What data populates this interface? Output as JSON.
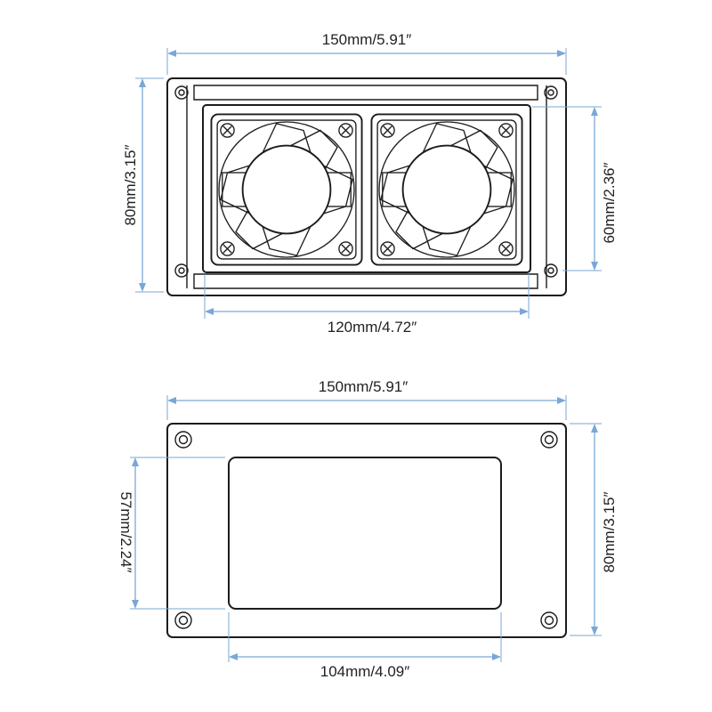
{
  "top_view": {
    "width_label": "150mm/5.91″",
    "height_label": "80mm/3.15″",
    "fan_height_label": "60mm/2.36″",
    "fan_width_label": "120mm/4.72″"
  },
  "bottom_view": {
    "width_label": "150mm/5.91″",
    "height_label": "80mm/3.15″",
    "cutout_height_label": "57mm/2.24″",
    "cutout_width_label": "104mm/4.09″"
  },
  "colors": {
    "dimension": "#7aa7d6",
    "outline": "#1c1c1c"
  }
}
